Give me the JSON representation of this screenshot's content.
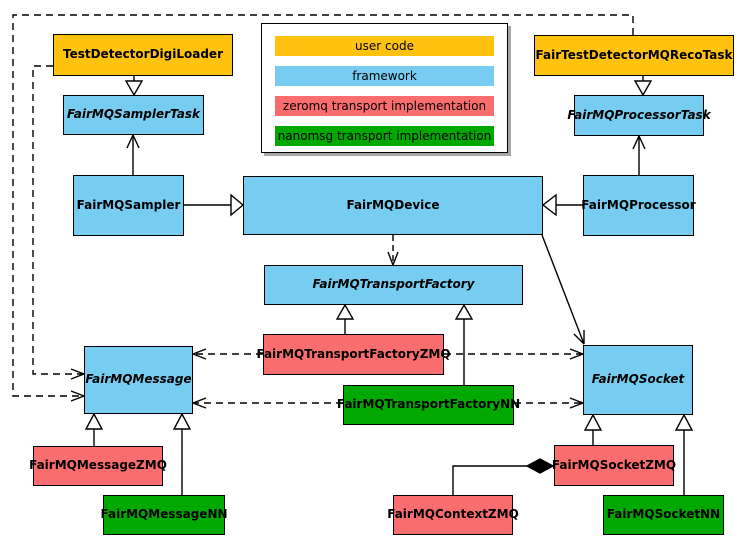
{
  "colors": {
    "user": "#FFC20E",
    "framework": "#76CCF1",
    "zeromq": "#FA6D6F",
    "nanomsg": "#00A800",
    "line": "#000000"
  },
  "legend": {
    "items": [
      {
        "label": "user code",
        "category": "user"
      },
      {
        "label": "framework",
        "category": "framework"
      },
      {
        "label": "zeromq transport implementation",
        "category": "zeromq"
      },
      {
        "label": "nanomsg transport implementation",
        "category": "nanomsg"
      }
    ]
  },
  "nodes": {
    "test_detector_digi_loader": {
      "label": "TestDetectorDigiLoader",
      "category": "user code",
      "abstract": false
    },
    "fairmq_sampler_task": {
      "label": "FairMQSamplerTask",
      "category": "framework",
      "abstract": true
    },
    "fairmq_sampler": {
      "label": "FairMQSampler",
      "category": "framework",
      "abstract": false
    },
    "fair_test_detector_mq_reco_task": {
      "label": "FairTestDetectorMQRecoTask",
      "category": "user code",
      "abstract": false
    },
    "fairmq_processor_task": {
      "label": "FairMQProcessorTask",
      "category": "framework",
      "abstract": true
    },
    "fairmq_processor": {
      "label": "FairMQProcessor",
      "category": "framework",
      "abstract": false
    },
    "fairmq_device": {
      "label": "FairMQDevice",
      "category": "framework",
      "abstract": false
    },
    "fairmq_transport_factory": {
      "label": "FairMQTransportFactory",
      "category": "framework",
      "abstract": true
    },
    "fairmq_transport_factory_zmq": {
      "label": "FairMQTransportFactoryZMQ",
      "category": "zeromq",
      "abstract": false
    },
    "fairmq_transport_factory_nn": {
      "label": "FairMQTransportFactoryNN",
      "category": "nanomsg",
      "abstract": false
    },
    "fairmq_message": {
      "label": "FairMQMessage",
      "category": "framework",
      "abstract": true
    },
    "fairmq_socket": {
      "label": "FairMQSocket",
      "category": "framework",
      "abstract": true
    },
    "fairmq_message_zmq": {
      "label": "FairMQMessageZMQ",
      "category": "zeromq",
      "abstract": false
    },
    "fairmq_message_nn": {
      "label": "FairMQMessageNN",
      "category": "nanomsg",
      "abstract": false
    },
    "fairmq_context_zmq": {
      "label": "FairMQContextZMQ",
      "category": "zeromq",
      "abstract": false
    },
    "fairmq_socket_zmq": {
      "label": "FairMQSocketZMQ",
      "category": "zeromq",
      "abstract": false
    },
    "fairmq_socket_nn": {
      "label": "FairMQSocketNN",
      "category": "nanomsg",
      "abstract": false
    }
  },
  "edges": [
    {
      "from": "TestDetectorDigiLoader",
      "to": "FairMQSamplerTask",
      "type": "inheritance"
    },
    {
      "from": "FairTestDetectorMQRecoTask",
      "to": "FairMQProcessorTask",
      "type": "inheritance"
    },
    {
      "from": "FairMQSampler",
      "to": "FairMQDevice",
      "type": "inheritance"
    },
    {
      "from": "FairMQProcessor",
      "to": "FairMQDevice",
      "type": "inheritance"
    },
    {
      "from": "FairMQSampler",
      "to": "FairMQSamplerTask",
      "type": "association"
    },
    {
      "from": "FairMQProcessor",
      "to": "FairMQProcessorTask",
      "type": "association"
    },
    {
      "from": "FairMQDevice",
      "to": "FairMQTransportFactory",
      "type": "dependency"
    },
    {
      "from": "FairMQDevice",
      "to": "FairMQSocket",
      "type": "association"
    },
    {
      "from": "FairMQTransportFactoryZMQ",
      "to": "FairMQTransportFactory",
      "type": "inheritance"
    },
    {
      "from": "FairMQTransportFactoryNN",
      "to": "FairMQTransportFactory",
      "type": "inheritance"
    },
    {
      "from": "FairMQTransportFactoryZMQ",
      "to": "FairMQMessage",
      "type": "dependency"
    },
    {
      "from": "FairMQTransportFactoryZMQ",
      "to": "FairMQSocket",
      "type": "dependency"
    },
    {
      "from": "FairMQTransportFactoryNN",
      "to": "FairMQMessage",
      "type": "dependency"
    },
    {
      "from": "FairMQTransportFactoryNN",
      "to": "FairMQSocket",
      "type": "dependency"
    },
    {
      "from": "TestDetectorDigiLoader",
      "to": "FairMQMessage",
      "type": "dependency"
    },
    {
      "from": "FairTestDetectorMQRecoTask",
      "to": "FairMQMessage",
      "type": "dependency"
    },
    {
      "from": "FairMQMessageZMQ",
      "to": "FairMQMessage",
      "type": "inheritance"
    },
    {
      "from": "FairMQMessageNN",
      "to": "FairMQMessage",
      "type": "inheritance"
    },
    {
      "from": "FairMQSocketZMQ",
      "to": "FairMQSocket",
      "type": "inheritance"
    },
    {
      "from": "FairMQSocketNN",
      "to": "FairMQSocket",
      "type": "inheritance"
    },
    {
      "from": "FairMQContextZMQ",
      "to": "FairMQSocketZMQ",
      "type": "composition"
    }
  ]
}
